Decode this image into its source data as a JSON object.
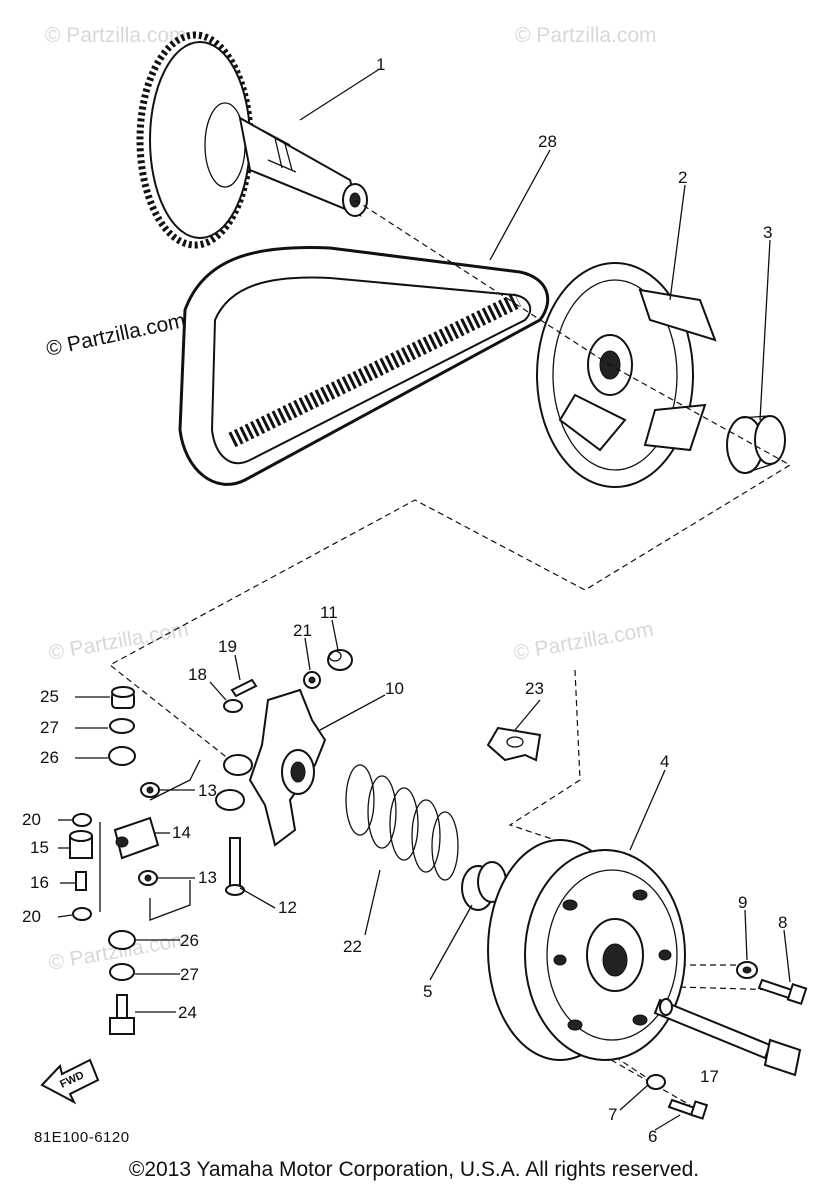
{
  "watermark": {
    "text": "© Partzilla.com"
  },
  "callouts": {
    "c1": "1",
    "c2": "2",
    "c3": "3",
    "c4": "4",
    "c5": "5",
    "c6": "6",
    "c7": "7",
    "c8": "8",
    "c9": "9",
    "c10": "10",
    "c11": "11",
    "c12": "12",
    "c13a": "13",
    "c13b": "13",
    "c14": "14",
    "c15": "15",
    "c16": "16",
    "c17": "17",
    "c18": "18",
    "c19": "19",
    "c20a": "20",
    "c20b": "20",
    "c21": "21",
    "c22": "22",
    "c23": "23",
    "c24": "24",
    "c25": "25",
    "c26a": "26",
    "c26b": "26",
    "c27a": "27",
    "c27b": "27",
    "c28": "28"
  },
  "fwd_label": "FWD",
  "diagram_ref": "81E100-6120",
  "copyright": "©2013 Yamaha Motor Corporation, U.S.A. All rights reserved."
}
